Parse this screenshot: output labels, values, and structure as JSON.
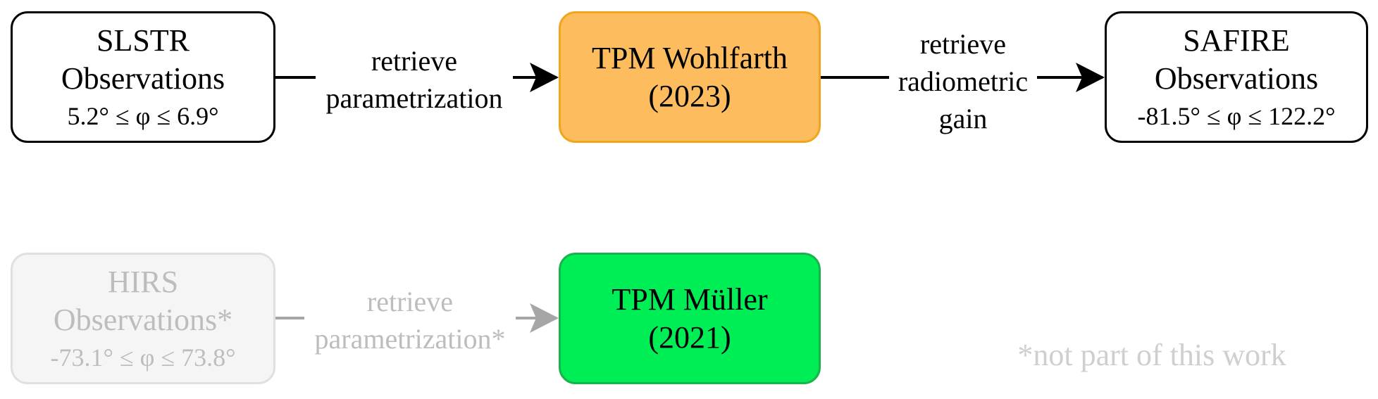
{
  "nodes": {
    "slstr": {
      "line1": "SLSTR",
      "line2": "Observations",
      "range": "5.2° ≤ φ ≤ 6.9°"
    },
    "wohlfarth": {
      "line1": "TPM Wohlfarth",
      "line2": "(2023)"
    },
    "safire": {
      "line1": "SAFIRE",
      "line2": "Observations",
      "range": "-81.5° ≤ φ ≤ 122.2°"
    },
    "hirs": {
      "line1": "HIRS",
      "line2": "Observations*",
      "range": "-73.1° ≤ φ ≤ 73.8°"
    },
    "muller": {
      "line1": "TPM Müller",
      "line2": "(2021)"
    }
  },
  "edges": {
    "slstr_to_wohlfarth": {
      "line1": "retrieve",
      "line2": "parametrization"
    },
    "wohlfarth_to_safire": {
      "line1": "retrieve",
      "line2": "radiometric",
      "line3": "gain"
    },
    "hirs_to_muller": {
      "line1": "retrieve",
      "line2": "parametrization*"
    }
  },
  "footnote": "*not part of this work",
  "colors": {
    "wohlfarth_fill": "#fdbd5f",
    "wohlfarth_border": "#f2a41d",
    "muller_fill": "#00ee55",
    "muller_border": "#1ab24c",
    "faded_text": "#bdbdbd"
  }
}
